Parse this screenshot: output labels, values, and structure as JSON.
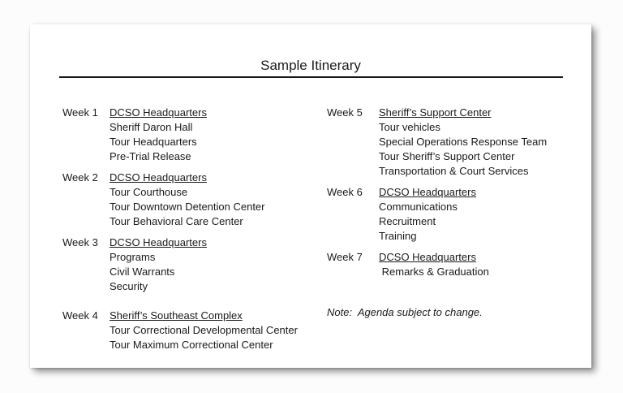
{
  "document": {
    "title": "Sample Itinerary",
    "note": "Note:  Agenda subject to change."
  },
  "weeks": [
    {
      "label": "Week 1",
      "location": "DCSO Headquarters",
      "items": [
        "Sheriff Daron Hall",
        "Tour Headquarters",
        "Pre-Trial Release"
      ]
    },
    {
      "label": "Week 2",
      "location": "DCSO Headquarters",
      "items": [
        "Tour Courthouse",
        "Tour Downtown Detention Center",
        "Tour Behavioral Care Center"
      ]
    },
    {
      "label": "Week 3",
      "location": "DCSO Headquarters",
      "items": [
        "Programs",
        "Civil Warrants",
        "Security"
      ]
    },
    {
      "label": "Week 4",
      "location": "Sheriff’s Southeast Complex",
      "items": [
        "Tour Correctional Developmental Center",
        "Tour Maximum Correctional Center"
      ]
    },
    {
      "label": "Week 5",
      "location": "Sheriff’s Support Center",
      "items": [
        "Tour vehicles",
        "Special Operations Response Team",
        "Tour Sheriff’s Support Center",
        "Transportation & Court Services"
      ]
    },
    {
      "label": "Week 6",
      "location": "DCSO Headquarters",
      "items": [
        "Communications",
        "Recruitment",
        "Training"
      ]
    },
    {
      "label": "Week 7",
      "location": "DCSO Headquarters",
      "items": [
        " Remarks & Graduation"
      ]
    }
  ]
}
